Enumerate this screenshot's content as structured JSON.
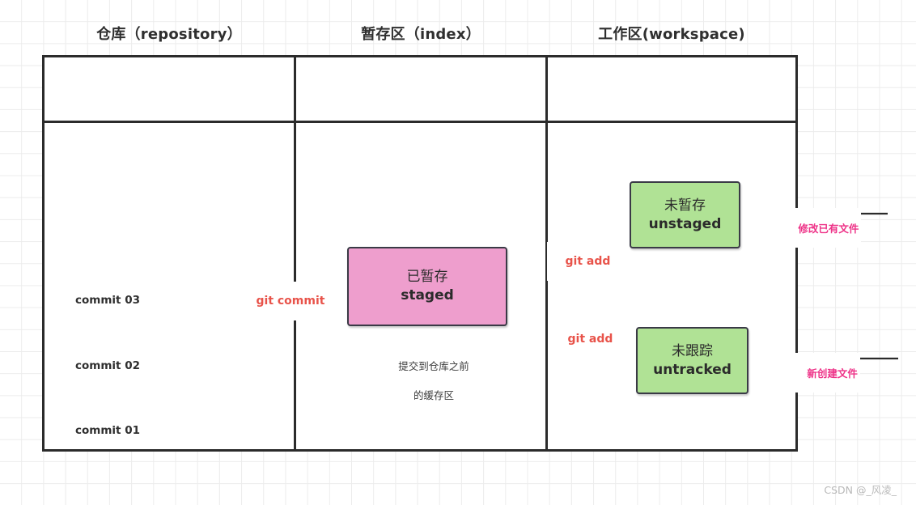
{
  "diagram": {
    "title_watermark": "CSDN @_风凌_",
    "columns": [
      {
        "id": "repository",
        "label": "仓库（repository）"
      },
      {
        "id": "index",
        "label": "暂存区（index）"
      },
      {
        "id": "workspace",
        "label": "工作区(workspace)"
      }
    ],
    "commits": [
      {
        "id": "commit-03",
        "label": "commit 03"
      },
      {
        "id": "commit-02",
        "label": "commit 02"
      },
      {
        "id": "commit-01",
        "label": "commit 01"
      }
    ],
    "nodes": {
      "staged": {
        "cn": "已暂存",
        "en": "staged",
        "caption_line1": "提交到仓库之前",
        "caption_line2": "的缓存区"
      },
      "unstaged": {
        "cn": "未暂存",
        "en": "unstaged"
      },
      "untracked": {
        "cn": "未跟踪",
        "en": "untracked"
      }
    },
    "edges": [
      {
        "id": "git-commit",
        "label": "git commit",
        "from": "staged",
        "to": "commit-03"
      },
      {
        "id": "git-add-unstaged",
        "label": "git add",
        "from": "unstaged",
        "to": "staged"
      },
      {
        "id": "git-add-untracked",
        "label": "git add",
        "from": "untracked",
        "to": "staged"
      },
      {
        "id": "modify-existing",
        "label": "修改已有文件",
        "from": "external",
        "to": "unstaged"
      },
      {
        "id": "create-new",
        "label": "新创建文件",
        "from": "external",
        "to": "untracked"
      }
    ],
    "colors": {
      "commit_node": "#e8544d",
      "staged_box": "#ee9ecd",
      "green_box": "#b0e295",
      "stroke": "#2b2b2b",
      "command_text": "#e8534a",
      "annotation_text": "#ee3388",
      "grid": "#ececec"
    }
  }
}
